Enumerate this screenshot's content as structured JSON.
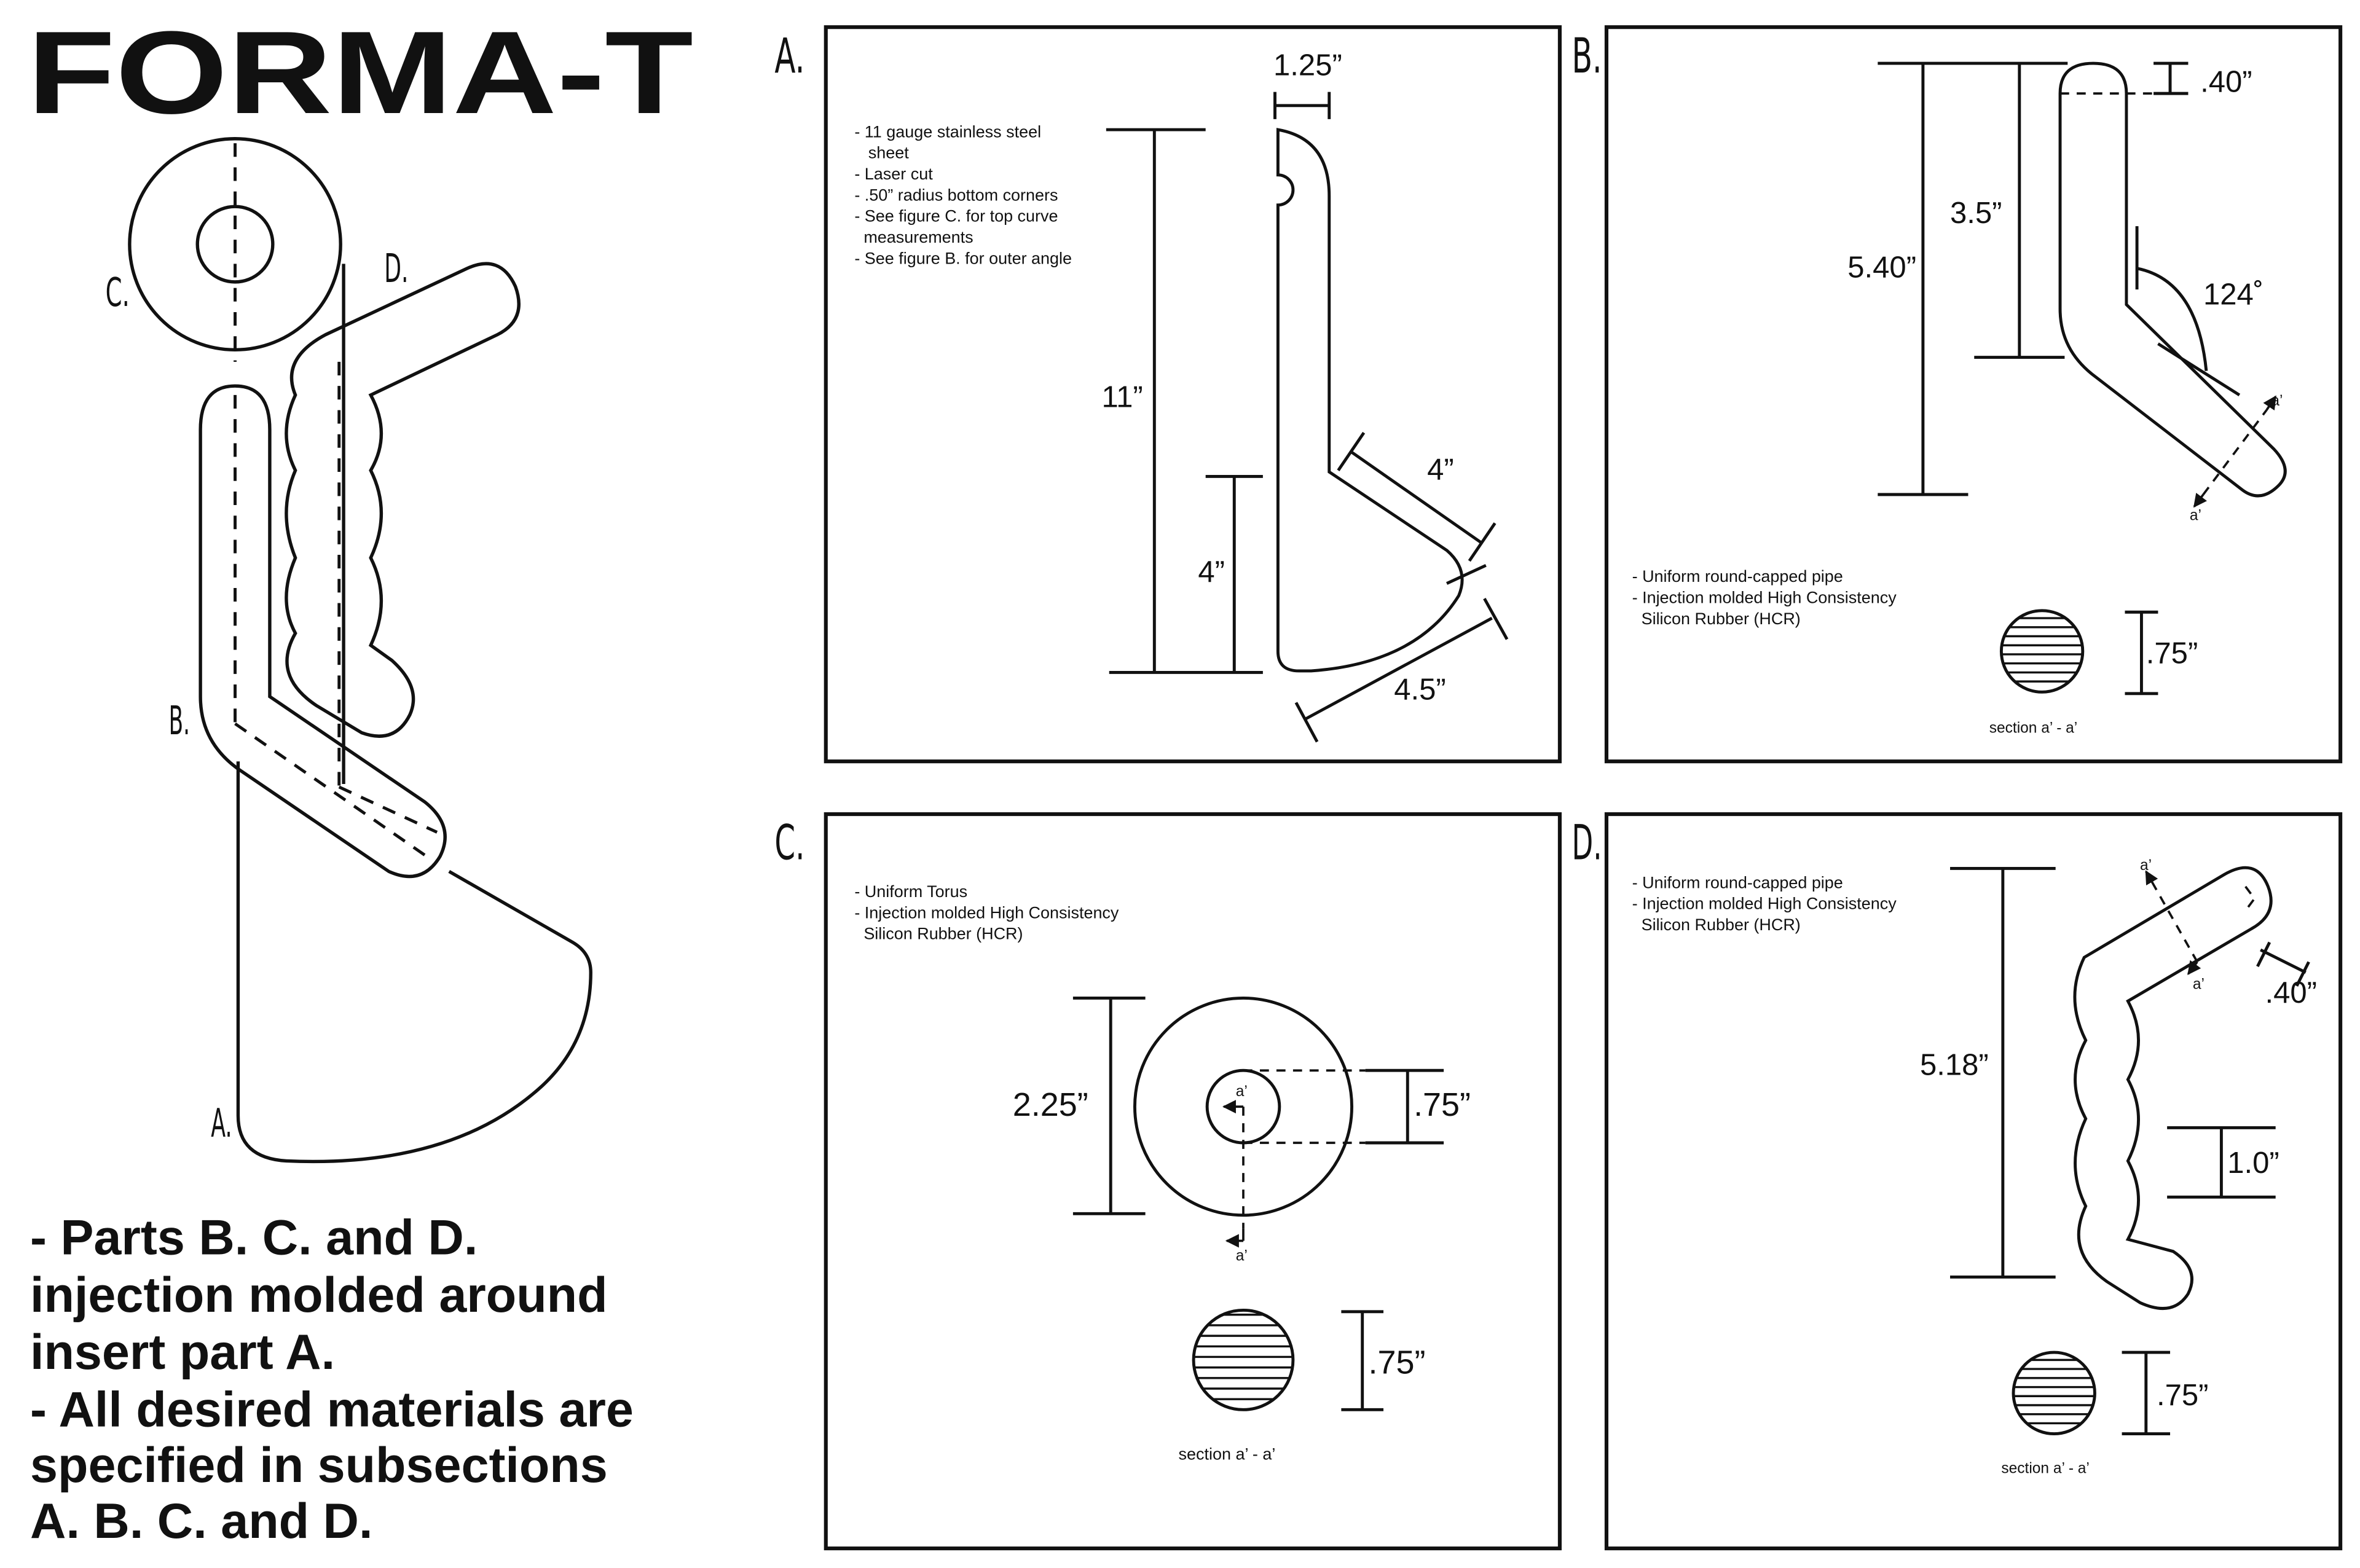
{
  "title": "FORMA-T",
  "overview": {
    "labels": {
      "c": "C.",
      "d": "D.",
      "b": "B.",
      "a": "A."
    },
    "notes": [
      "- Parts B. C. and D.",
      "injection molded around",
      "insert part A.",
      "- All desired materials are",
      "specified in subsections",
      "A. B. C. and D."
    ]
  },
  "panel_a": {
    "tag": "A.",
    "notes": [
      "- 11 gauge stainless steel",
      "   sheet",
      "- Laser cut",
      "- .50” radius bottom corners",
      "- See figure C. for top curve",
      "  measurements",
      "- See figure B. for outer angle"
    ],
    "dims": {
      "top_width": "1.25”",
      "height": "11”",
      "lower_height": "4”",
      "angled": "4”",
      "bottom": "4.5”"
    }
  },
  "panel_b": {
    "tag": "B.",
    "notes": [
      "- Uniform round-capped pipe",
      "- Injection molded High Consistency",
      "  Silicon Rubber (HCR)"
    ],
    "dims": {
      "overall": "5.40”",
      "upper": "3.5”",
      "cap": ".40”",
      "angle": "124˚",
      "section_dia": ".75”"
    },
    "section_marker": "a’",
    "section_caption": "section a’ - a’"
  },
  "panel_c": {
    "tag": "C.",
    "notes": [
      "- Uniform Torus",
      "- Injection molded High Consistency",
      "  Silicon Rubber (HCR)"
    ],
    "dims": {
      "outer": "2.25”",
      "inner": ".75”",
      "section_dia": ".75”"
    },
    "section_marker": "a’",
    "section_caption": "section a’ - a’"
  },
  "panel_d": {
    "tag": "D.",
    "notes": [
      "- Uniform round-capped pipe",
      "- Injection molded High Consistency",
      "  Silicon Rubber (HCR)"
    ],
    "dims": {
      "overall": "5.18”",
      "cap": ".40”",
      "bump": "1.0”",
      "section_dia": ".75”"
    },
    "section_marker": "a’",
    "section_caption": "section a’ - a’"
  }
}
